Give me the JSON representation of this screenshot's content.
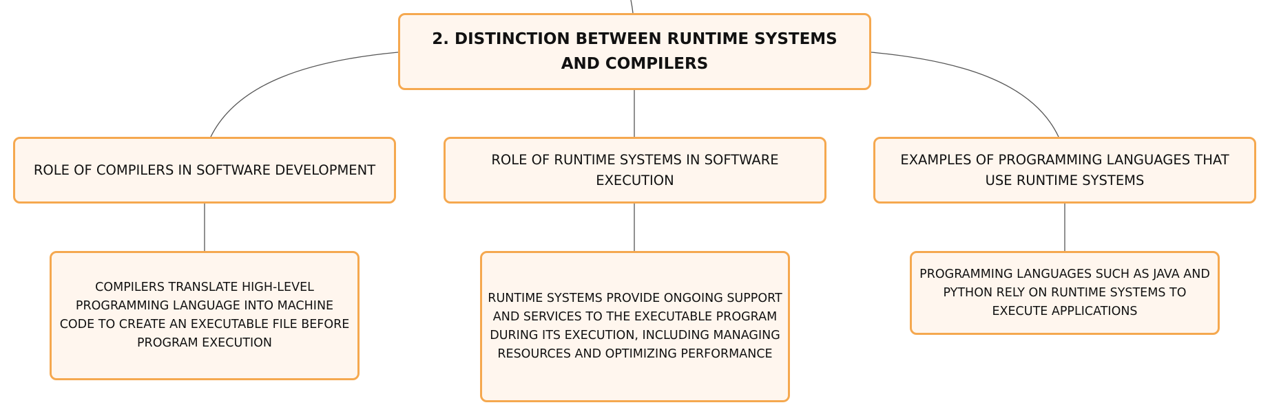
{
  "colors": {
    "node_fill": "#fff6ee",
    "node_border": "#f5a84f",
    "connector": "#555555",
    "text": "#111111"
  },
  "root": {
    "label": "2. DISTINCTION BETWEEN RUNTIME SYSTEMS AND COMPILERS"
  },
  "branches": [
    {
      "label": "ROLE OF COMPILERS IN SOFTWARE DEVELOPMENT",
      "detail": "COMPILERS TRANSLATE HIGH-LEVEL PROGRAMMING LANGUAGE INTO MACHINE CODE TO CREATE AN EXECUTABLE FILE BEFORE PROGRAM EXECUTION"
    },
    {
      "label": "ROLE OF RUNTIME SYSTEMS IN SOFTWARE EXECUTION",
      "detail": "RUNTIME SYSTEMS PROVIDE ONGOING SUPPORT AND SERVICES TO THE EXECUTABLE PROGRAM DURING ITS EXECUTION, INCLUDING MANAGING RESOURCES AND OPTIMIZING PERFORMANCE"
    },
    {
      "label": "EXAMPLES OF PROGRAMMING LANGUAGES THAT USE RUNTIME SYSTEMS",
      "detail": "PROGRAMMING LANGUAGES SUCH AS JAVA AND PYTHON RELY ON RUNTIME SYSTEMS TO EXECUTE APPLICATIONS"
    }
  ]
}
